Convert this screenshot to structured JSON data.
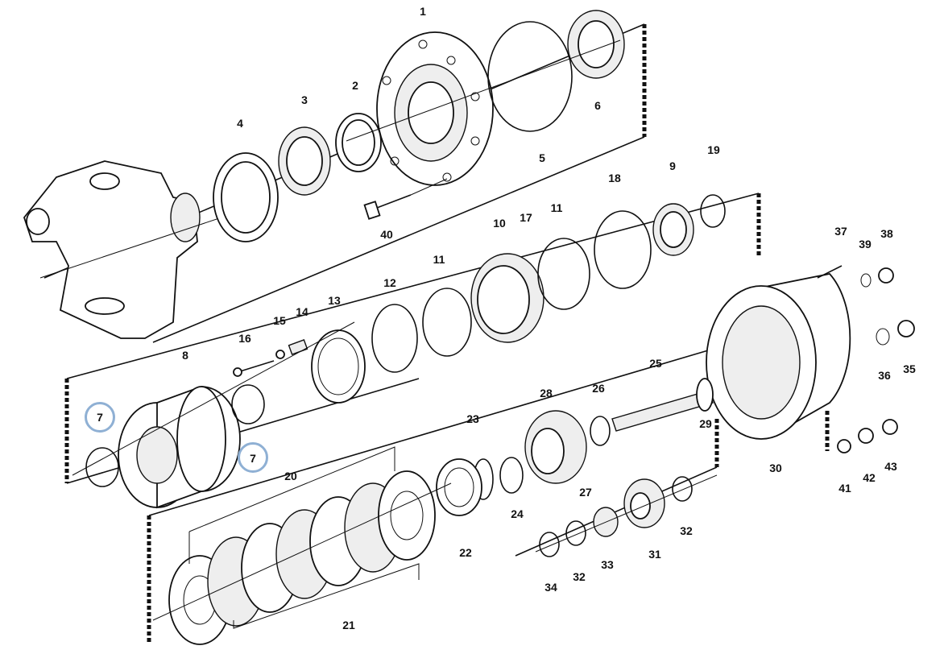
{
  "diagram": {
    "callouts": [
      "1",
      "2",
      "3",
      "4",
      "5",
      "6",
      "7",
      "7",
      "8",
      "9",
      "10",
      "11",
      "11",
      "12",
      "13",
      "14",
      "15",
      "16",
      "17",
      "18",
      "19",
      "20",
      "21",
      "22",
      "23",
      "24",
      "25",
      "26",
      "27",
      "28",
      "29",
      "30",
      "31",
      "32",
      "32",
      "33",
      "34",
      "35",
      "36",
      "37",
      "38",
      "39",
      "40",
      "41",
      "42",
      "43"
    ],
    "highlighted_callout": "7",
    "highlight_color": "#8fb0d4"
  }
}
